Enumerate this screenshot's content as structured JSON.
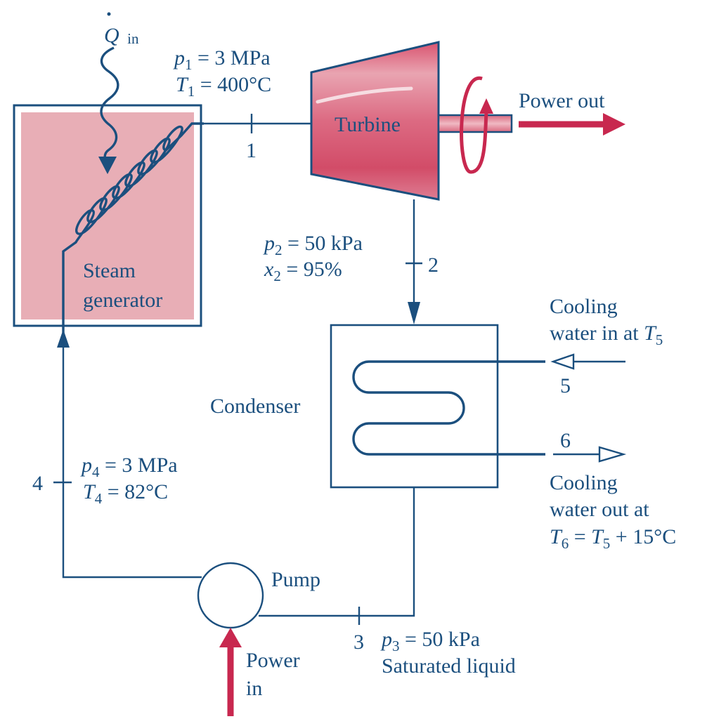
{
  "title": "Simple ideal Rankine steam power cycle",
  "colors": {
    "line": "#1b4f7e",
    "energy_arrow": "#c8284f",
    "component_fill": "#e8aeb6",
    "turbine_fill": "#d9536f"
  },
  "heat_input": {
    "symbol": "Q",
    "subscript": "in"
  },
  "components": {
    "steam_generator": {
      "line1": "Steam",
      "line2": "generator"
    },
    "turbine": {
      "label": "Turbine"
    },
    "condenser": {
      "label": "Condenser"
    },
    "pump": {
      "label": "Pump"
    }
  },
  "states": {
    "s1": {
      "number": "1",
      "p_label": "p",
      "p_sub": "1",
      "p_value": " = 3 MPa",
      "T_label": "T",
      "T_sub": "1",
      "T_value": " = 400°C"
    },
    "s2": {
      "number": "2",
      "p_label": "p",
      "p_sub": "2",
      "p_value": " = 50 kPa",
      "x_label": "x",
      "x_sub": "2",
      "x_value": " = 95%"
    },
    "s3": {
      "number": "3",
      "p_label": "p",
      "p_sub": "3",
      "p_value": " = 50 kPa",
      "desc": "Saturated liquid"
    },
    "s4": {
      "number": "4",
      "p_label": "p",
      "p_sub": "4",
      "p_value": " = 3 MPa",
      "T_label": "T",
      "T_sub": "4",
      "T_value": " = 82°C"
    },
    "s5": {
      "number": "5"
    },
    "s6": {
      "number": "6"
    }
  },
  "cooling_in": {
    "line1": "Cooling",
    "line2_text": "water in at ",
    "line2_T": "T",
    "line2_sub": "5"
  },
  "cooling_out": {
    "line1": "Cooling",
    "line2": "water out at",
    "T6": "T",
    "T6_sub": "6",
    "eq": " = ",
    "T5": "T",
    "T5_sub": "5",
    "rest": " + 15°C"
  },
  "power_out": {
    "label": "Power out"
  },
  "power_in": {
    "line1": "Power",
    "line2": "in"
  }
}
